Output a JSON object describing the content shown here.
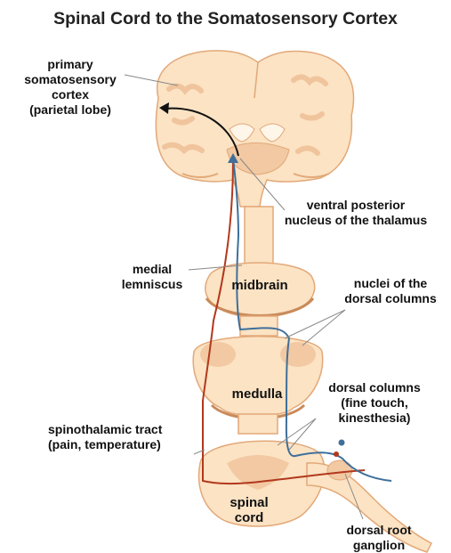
{
  "title": "Spinal Cord to the Somatosensory Cortex",
  "labels": {
    "cortex": [
      "primary",
      "somatosensory",
      "cortex",
      "(parietal lobe)"
    ],
    "thalamus": [
      "ventral posterior",
      "nucleus of the thalamus"
    ],
    "lemniscus": [
      "medial",
      "lemniscus"
    ],
    "midbrain": "midbrain",
    "dorsal_nuclei": [
      "nuclei of the",
      "dorsal columns"
    ],
    "medulla": "medulla",
    "dorsal_columns": [
      "dorsal columns",
      "(fine touch,",
      "kinesthesia)"
    ],
    "spinothalamic": [
      "spinothalamic tract",
      "(pain, temperature)"
    ],
    "spinal_cord": [
      "spinal",
      "cord"
    ],
    "dorsal_root": [
      "dorsal root",
      "ganglion"
    ]
  },
  "colors": {
    "tissue": "#fbe3c4",
    "tissue_edge": "#e3a878",
    "deep_tissue": "#f2c9a2",
    "pathway_red": "#b2381c",
    "pathway_blue": "#3f6f9a",
    "leader_line": "#888888"
  }
}
